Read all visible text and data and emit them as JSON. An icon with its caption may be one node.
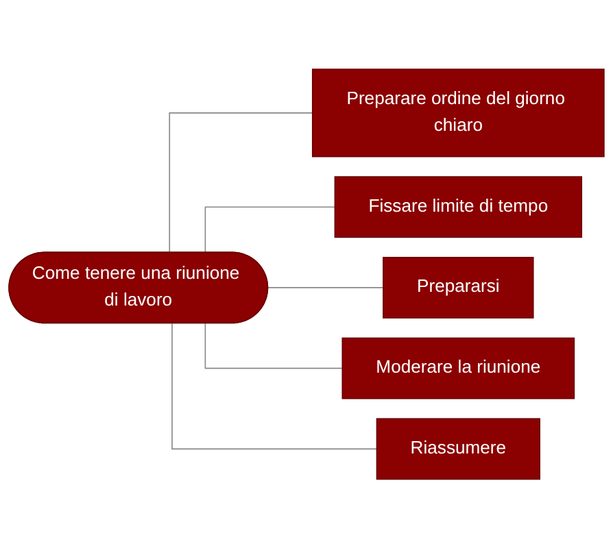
{
  "diagram": {
    "nodes": [
      {
        "text": [
          "Come tenere una riunione di lavoro"
        ]
      },
      {
        "text": [
          "Preparare ordine del giorno chiaro"
        ]
      },
      {
        "text": [
          "Fissare limite di tempo"
        ]
      },
      {
        "text": [
          "Prepararsi"
        ]
      },
      {
        "text": [
          "Moderare la riunione"
        ]
      },
      {
        "text": [
          "Riassumere"
        ]
      }
    ],
    "edges": [
      {
        "from": 0,
        "to": 1,
        "arrow": "none"
      },
      {
        "from": 0,
        "to": 2,
        "arrow": "none"
      },
      {
        "from": 0,
        "to": 3,
        "arrow": "none"
      },
      {
        "from": 0,
        "to": 4,
        "arrow": "none"
      },
      {
        "from": 0,
        "to": 5,
        "arrow": "none"
      }
    ]
  }
}
